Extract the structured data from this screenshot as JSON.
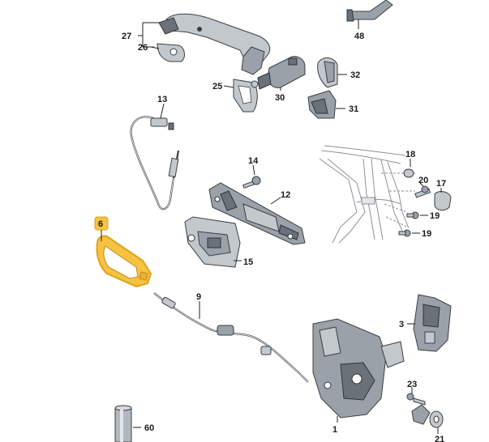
{
  "labels": {
    "p1": "1",
    "p3": "3",
    "p6": "6",
    "p9": "9",
    "p12": "12",
    "p13": "13",
    "p14": "14",
    "p15": "15",
    "p17": "17",
    "p18": "18",
    "p19a": "19",
    "p19b": "19",
    "p20": "20",
    "p21": "21",
    "p23": "23",
    "p25": "25",
    "p26": "26",
    "p27": "27",
    "p30": "30",
    "p31": "31",
    "p32": "32",
    "p48": "48",
    "p60": "60"
  },
  "colors": {
    "highlight_fill": "#f5c242",
    "highlight_stroke": "#e0a21c",
    "part_fill": "#9aa1a8",
    "line": "#222222"
  }
}
